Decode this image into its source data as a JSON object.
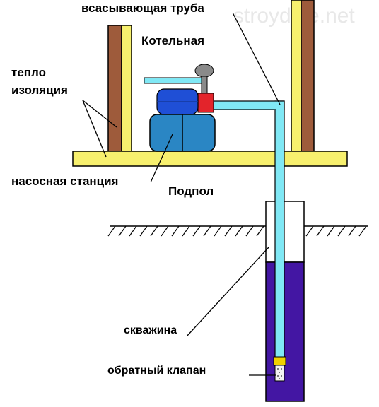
{
  "watermark": "stroydale.net",
  "labels": {
    "suction_pipe": "всасывающая труба",
    "boiler_room": "Котельная",
    "insulation_line1": "тепло",
    "insulation_line2": "изоляция",
    "pump_station": "насосная станция",
    "crawl_space": "Подпол",
    "well": "скважина",
    "check_valve": "обратный клапан"
  },
  "colors": {
    "wall_brown": "#9e5b3b",
    "insulation_yellow": "#f7f06e",
    "pipe_cyan": "#80e8f5",
    "tank_blue": "#2a86c4",
    "motor_blue": "#1f4fd6",
    "relay_red": "#e3242b",
    "gauge_gray": "#8a8a8a",
    "well_purple": "#4316a3",
    "valve_yellow": "#f0d000"
  }
}
